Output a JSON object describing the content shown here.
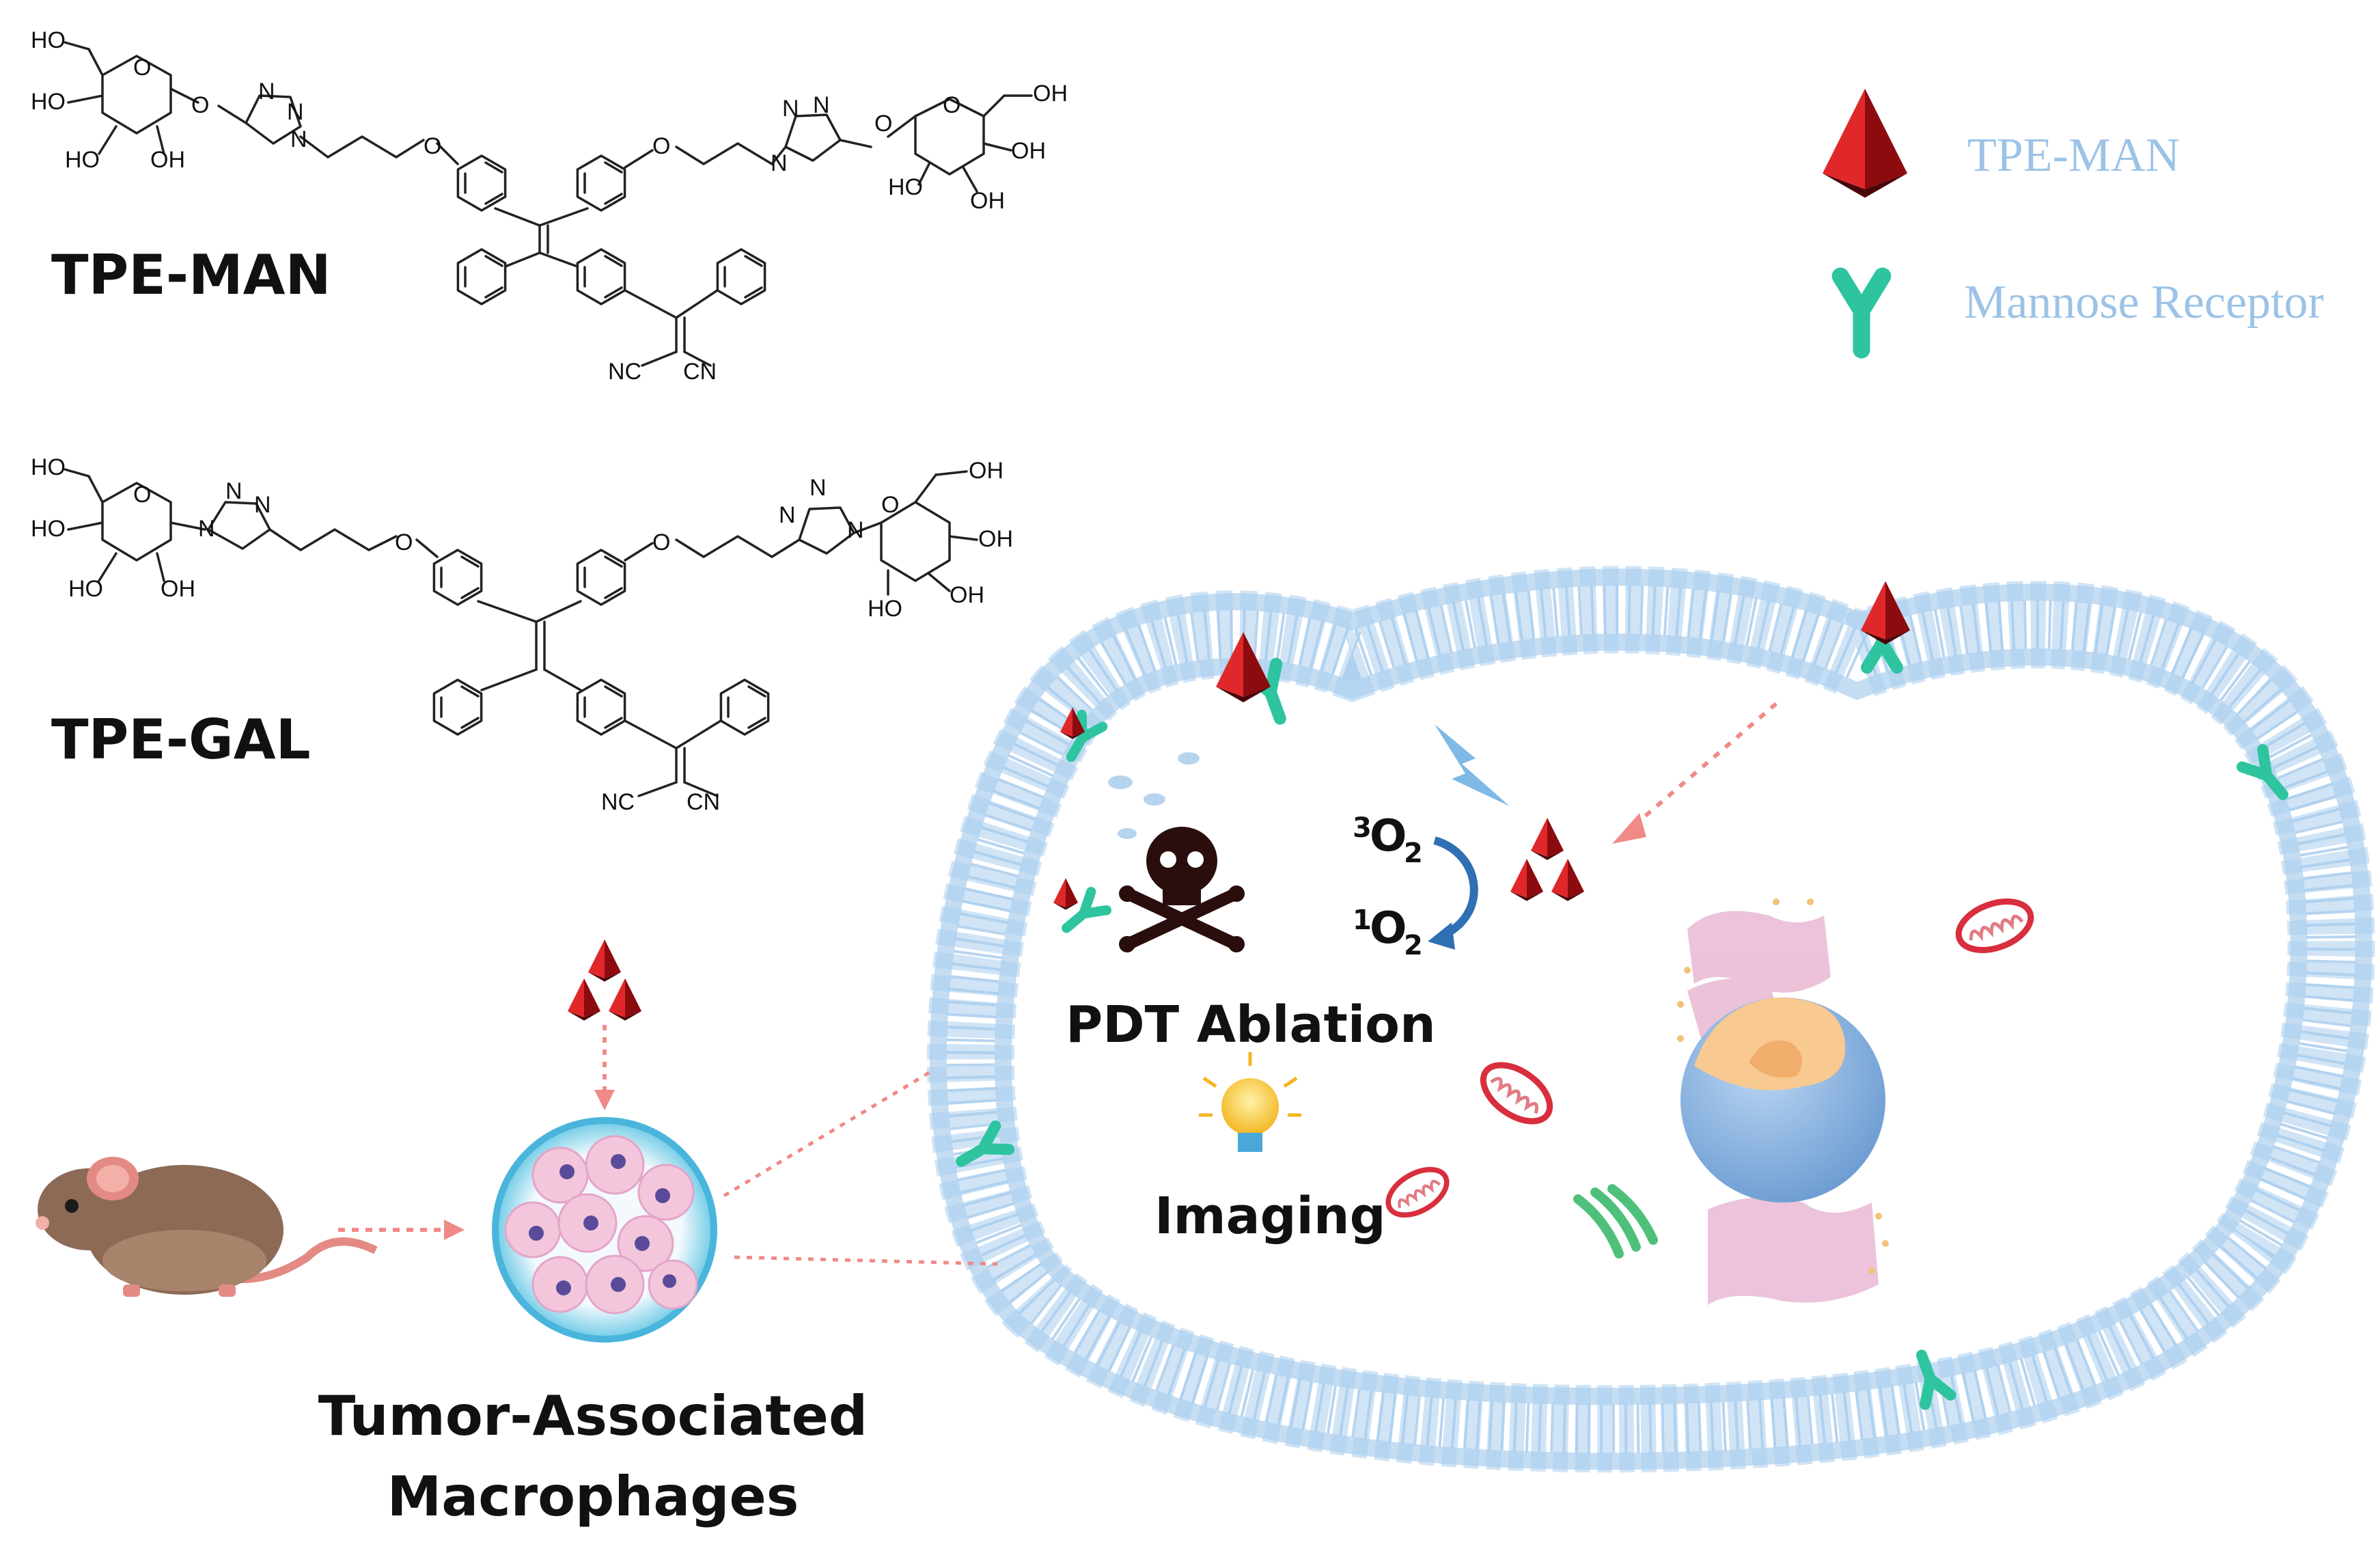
{
  "compounds": {
    "man": {
      "name": "TPE-MAN",
      "atoms": {
        "left_ring": [
          "HO",
          "O",
          "HO",
          "HO",
          "OH",
          "O"
        ],
        "triazole": [
          "N",
          "N",
          "N"
        ],
        "ether": [
          "O",
          "O"
        ],
        "right_ring": [
          "N",
          "N",
          "N",
          "O",
          "O",
          "OH",
          "OH",
          "HO",
          "OH"
        ],
        "nitrile": [
          "NC",
          "CN"
        ]
      }
    },
    "gal": {
      "name": "TPE-GAL",
      "atoms": {
        "left_ring": [
          "HO",
          "O",
          "HO",
          "HO",
          "OH"
        ],
        "triazole": [
          "N",
          "N",
          "N"
        ],
        "ether": [
          "O",
          "O"
        ],
        "right_ring": [
          "N",
          "N",
          "N",
          "O",
          "OH",
          "OH",
          "HO",
          "OH"
        ],
        "nitrile": [
          "NC",
          "CN"
        ]
      }
    }
  },
  "legend": {
    "items": [
      {
        "label": "TPE-MAN",
        "icon": "red-pyramid-icon"
      },
      {
        "label": "Mannose Receptor",
        "icon": "mannose-receptor-icon"
      }
    ]
  },
  "cell": {
    "triplet_oxygen": {
      "sup": "3",
      "base": "O",
      "sub": "2"
    },
    "singlet_oxygen": {
      "sup": "1",
      "base": "O",
      "sub": "2"
    },
    "pdt_label": "PDT Ablation",
    "imaging_label": "Imaging"
  },
  "bottom_label": {
    "line1": "Tumor-Associated",
    "line2": "Macrophages"
  },
  "colors": {
    "membrane": "#c5ddf2",
    "membrane_head": "#a9cdee",
    "receptor": "#2ec4a0",
    "pyramid_red": "#c8161e",
    "pyramid_dark": "#5a0a0c",
    "legend_text": "#9cc3e6",
    "dotted_arrow": "#f08a86"
  }
}
